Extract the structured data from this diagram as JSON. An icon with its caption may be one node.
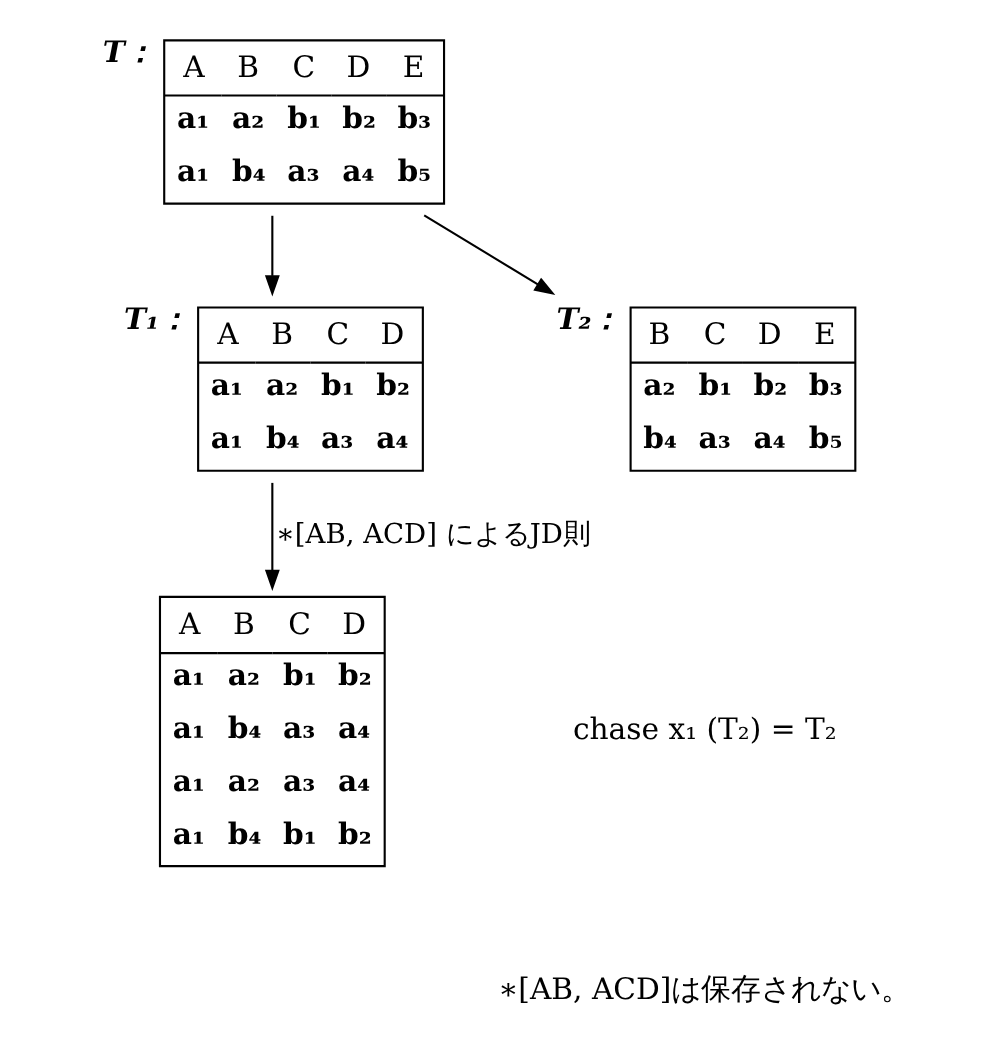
{
  "diagram": {
    "nodes": [
      {
        "text": [
          "A",
          "B",
          "C",
          "D",
          "E",
          "a₁",
          "a₂",
          "b₁",
          "b₂",
          "b₃",
          "a₁",
          "b₄",
          "a₃",
          "a₄",
          "b₅"
        ],
        "beside": [
          "T："
        ]
      },
      {
        "text": [
          "A",
          "B",
          "C",
          "D",
          "a₁",
          "a₂",
          "b₁",
          "b₂",
          "a₁",
          "b₄",
          "a₃",
          "a₄"
        ],
        "beside": [
          "T₁："
        ]
      },
      {
        "text": [
          "B",
          "C",
          "D",
          "E",
          "a₂",
          "b₁",
          "b₂",
          "b₃",
          "b₄",
          "a₃",
          "a₄",
          "b₅"
        ],
        "beside": [
          "T₂："
        ]
      },
      {
        "text": [
          "A",
          "B",
          "C",
          "D",
          "a₁",
          "a₂",
          "b₁",
          "b₂",
          "a₁",
          "b₄",
          "a₃",
          "a₄",
          "a₁",
          "a₂",
          "a₃",
          "a₄",
          "a₁",
          "b₄",
          "b₁",
          "b₂"
        ]
      }
    ],
    "edges": [
      {
        "from": 0,
        "to": 1,
        "arrow": "to"
      },
      {
        "from": 0,
        "to": 2,
        "arrow": "to"
      },
      {
        "from": 1,
        "to": 3,
        "arrow": "to",
        "label": "∗[AB, ACD] によるJD則"
      }
    ],
    "labels": [
      "chase x₁ (T₂) = T₂",
      "∗[AB, ACD]は保存されない。"
    ]
  }
}
